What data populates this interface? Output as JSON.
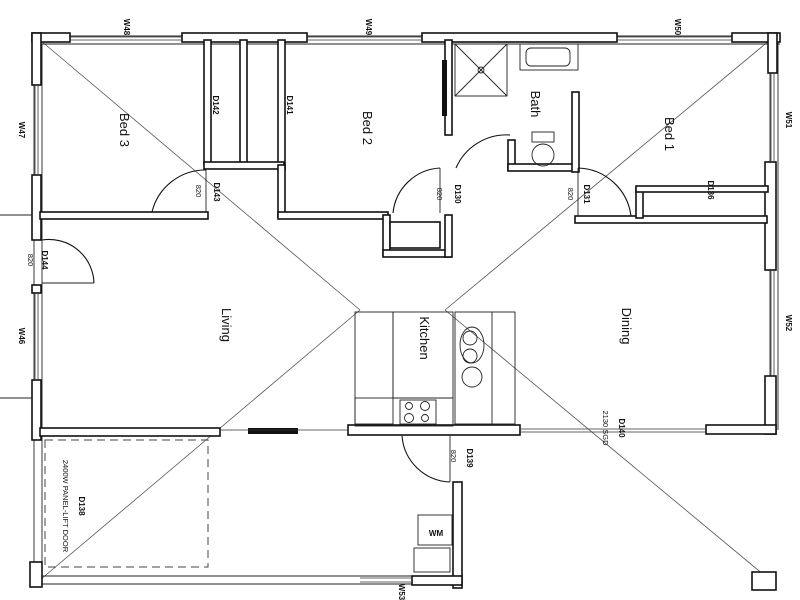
{
  "rooms": {
    "bed3": "Bed 3",
    "bed2": "Bed 2",
    "bath": "Bath",
    "bed1": "Bed 1",
    "living": "Living",
    "kitchen": "Kitchen",
    "dining": "Dining"
  },
  "windows": {
    "w48": "W48",
    "w49": "W49",
    "w50": "W50",
    "w47": "W47",
    "w51": "W51",
    "w46": "W46",
    "w52": "W52",
    "w53": "W53"
  },
  "doors": {
    "d142": "D142",
    "d141": "D141",
    "d143": "D143",
    "d143_size": "820",
    "d130": "D130",
    "d130_size": "820",
    "d131": "D131",
    "d131_size": "820",
    "d136": "D136",
    "d144": "D144",
    "d144_size": "820",
    "d140": "D140",
    "d140_spec": "2130 SGD",
    "d139": "D139",
    "d139_size": "820",
    "d138": "D138",
    "d138_spec": "2400W PANEL-LIFT DOOR"
  },
  "fixtures": {
    "washing_machine": "WM"
  }
}
